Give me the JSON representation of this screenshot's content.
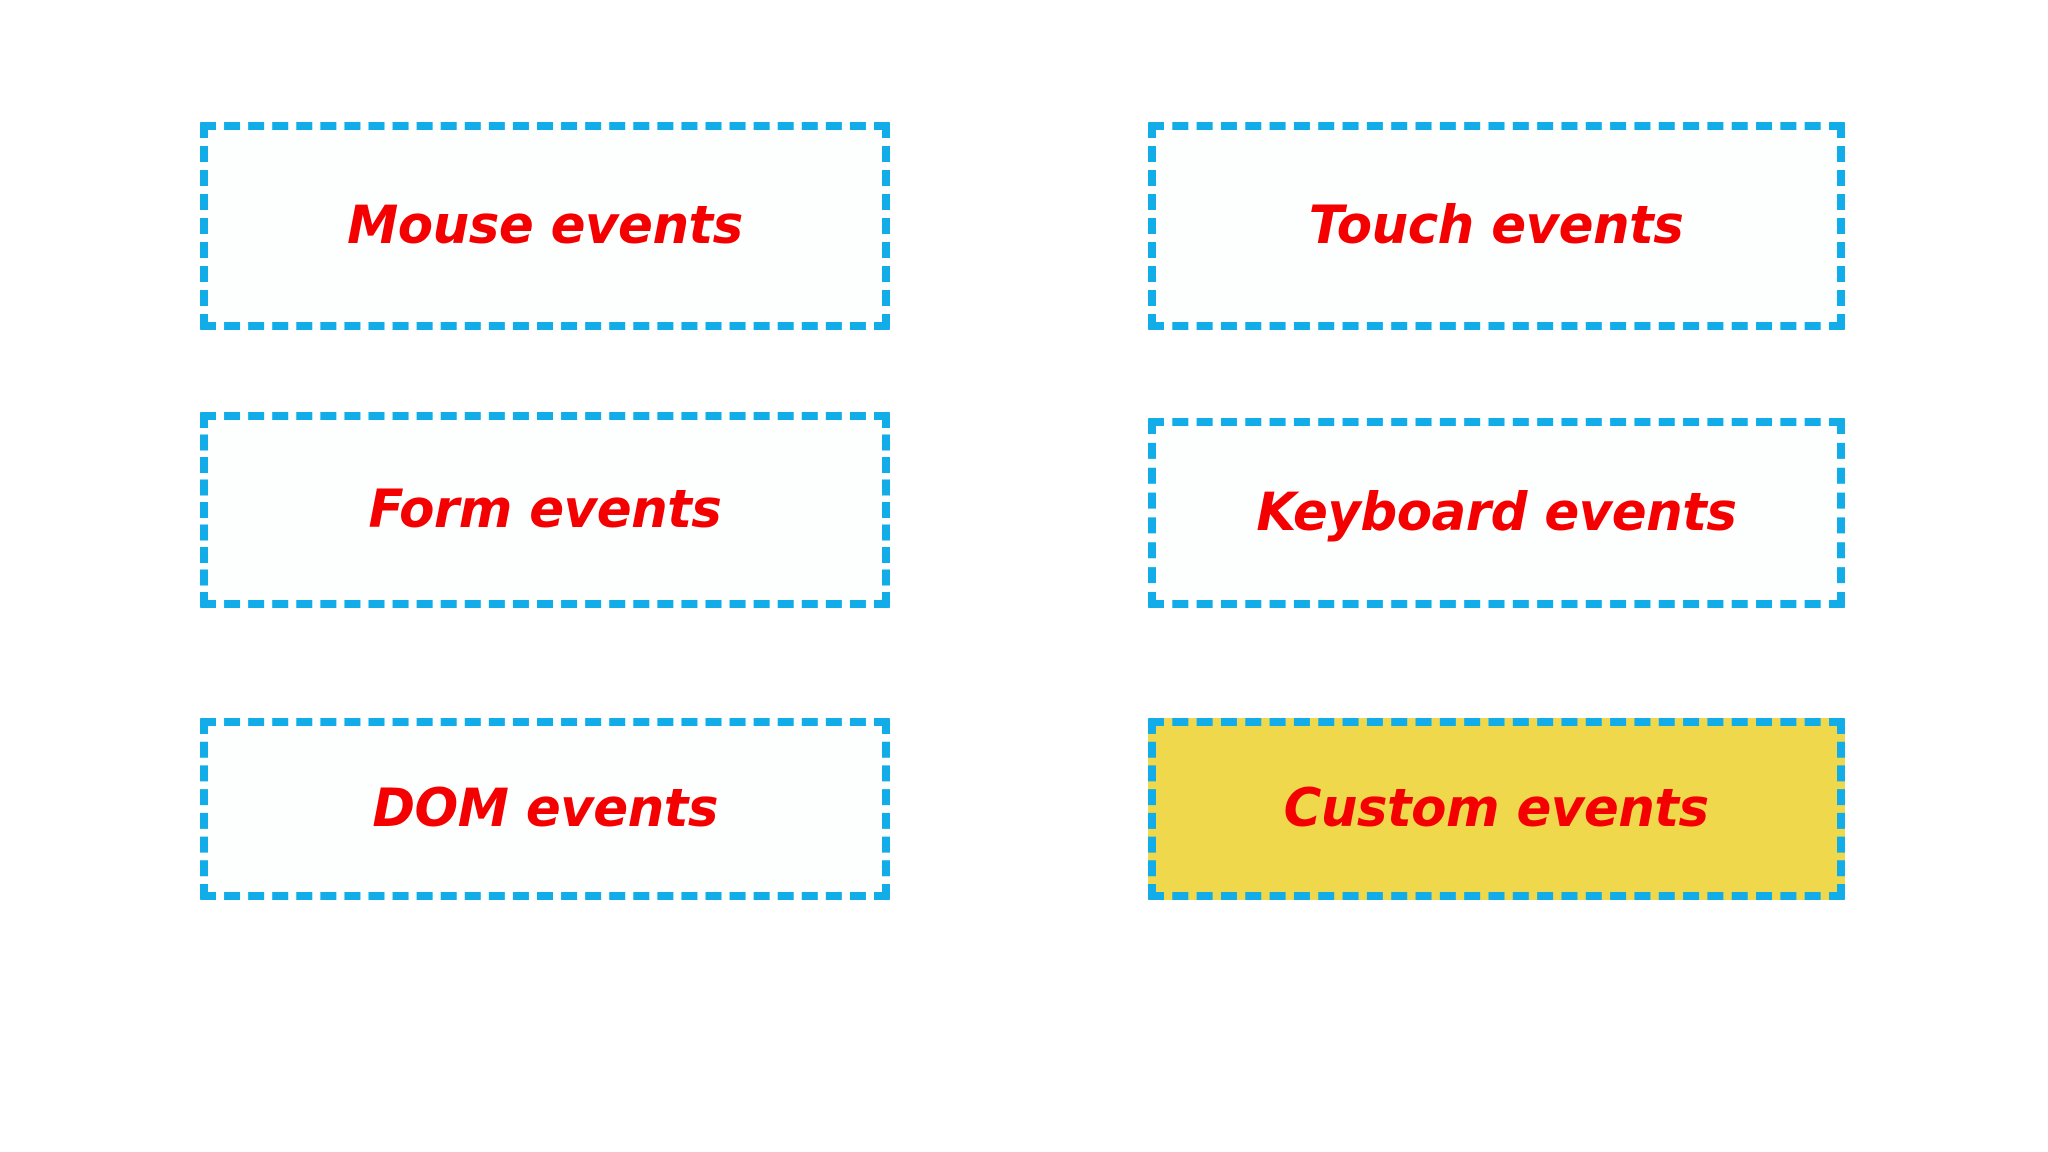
{
  "page": {
    "background_color": "#ffffff",
    "layout": "2-column-3-row-grid"
  },
  "theme": {
    "border_color": "#12ade8",
    "text_color": "#f50000",
    "box_fill_default": "#fdfefe",
    "box_fill_highlight": "#efd84b"
  },
  "boxes": [
    {
      "id": "mouse",
      "label": "Mouse events",
      "column": "left",
      "row": 1,
      "highlighted": false,
      "fill": "#fdfefe"
    },
    {
      "id": "touch",
      "label": "Touch events",
      "column": "right",
      "row": 1,
      "highlighted": false,
      "fill": "#fdfefe"
    },
    {
      "id": "form",
      "label": "Form events",
      "column": "left",
      "row": 2,
      "highlighted": false,
      "fill": "#fdfefe"
    },
    {
      "id": "keyboard",
      "label": "Keyboard events",
      "column": "right",
      "row": 2,
      "highlighted": false,
      "fill": "#fdfefe"
    },
    {
      "id": "dom",
      "label": "DOM events",
      "column": "left",
      "row": 3,
      "highlighted": false,
      "fill": "#fdfefe"
    },
    {
      "id": "custom",
      "label": "Custom events",
      "column": "right",
      "row": 3,
      "highlighted": true,
      "fill": "#efd84b"
    }
  ]
}
